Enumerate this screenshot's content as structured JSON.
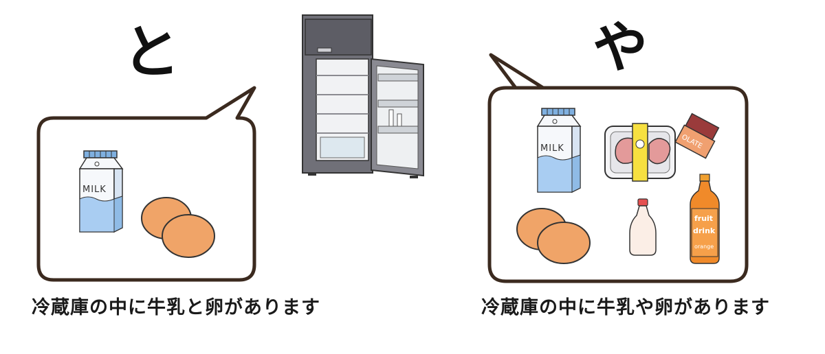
{
  "left_panel": {
    "particle": "と",
    "caption": "冷蔵庫の中に牛乳と卵があります",
    "items": [
      "milk-carton-icon",
      "eggs-icon"
    ]
  },
  "right_panel": {
    "particle": "や",
    "caption": "冷蔵庫の中に牛乳や卵があります",
    "items": [
      "milk-carton-icon",
      "meat-tray-icon",
      "chocolate-icon",
      "eggs-icon",
      "mayonnaise-bottle-icon",
      "juice-bottle-icon"
    ],
    "milk_text": "MILK",
    "chocolate_text": "OLATE",
    "juice_text_1": "fruit",
    "juice_text_2": "drink",
    "juice_text_3": "orange"
  },
  "left_milk_text": "MILK",
  "colors": {
    "bubble_border": "#3b2a1f",
    "egg": "#f0a468",
    "milk_blue": "#a9cdf2",
    "fridge_body": "#707078",
    "juice": "#f08a2a"
  }
}
